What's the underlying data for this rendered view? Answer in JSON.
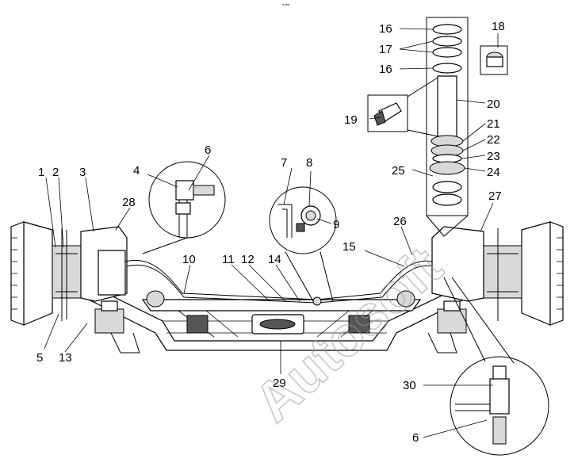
{
  "header": {
    "tiny_mark": "ᵃ =="
  },
  "watermark": "Autosoft",
  "callouts": [
    {
      "id": "c1",
      "text": "1"
    },
    {
      "id": "c2",
      "text": "2"
    },
    {
      "id": "c3",
      "text": "3"
    },
    {
      "id": "c4",
      "text": "4"
    },
    {
      "id": "c5",
      "text": "5"
    },
    {
      "id": "c6a",
      "text": "6"
    },
    {
      "id": "c6b",
      "text": "6"
    },
    {
      "id": "c7",
      "text": "7"
    },
    {
      "id": "c8",
      "text": "8"
    },
    {
      "id": "c9",
      "text": "9"
    },
    {
      "id": "c10",
      "text": "10"
    },
    {
      "id": "c11",
      "text": "11"
    },
    {
      "id": "c12",
      "text": "12"
    },
    {
      "id": "c13",
      "text": "13"
    },
    {
      "id": "c14",
      "text": "14"
    },
    {
      "id": "c15",
      "text": "15"
    },
    {
      "id": "c16a",
      "text": "16"
    },
    {
      "id": "c16b",
      "text": "16"
    },
    {
      "id": "c17",
      "text": "17"
    },
    {
      "id": "c18",
      "text": "18"
    },
    {
      "id": "c19",
      "text": "19"
    },
    {
      "id": "c20",
      "text": "20"
    },
    {
      "id": "c21",
      "text": "21"
    },
    {
      "id": "c22",
      "text": "22"
    },
    {
      "id": "c23",
      "text": "23"
    },
    {
      "id": "c24",
      "text": "24"
    },
    {
      "id": "c25",
      "text": "25"
    },
    {
      "id": "c26",
      "text": "26"
    },
    {
      "id": "c27",
      "text": "27"
    },
    {
      "id": "c28",
      "text": "28"
    },
    {
      "id": "c29",
      "text": "29"
    },
    {
      "id": "c30",
      "text": "30"
    }
  ]
}
